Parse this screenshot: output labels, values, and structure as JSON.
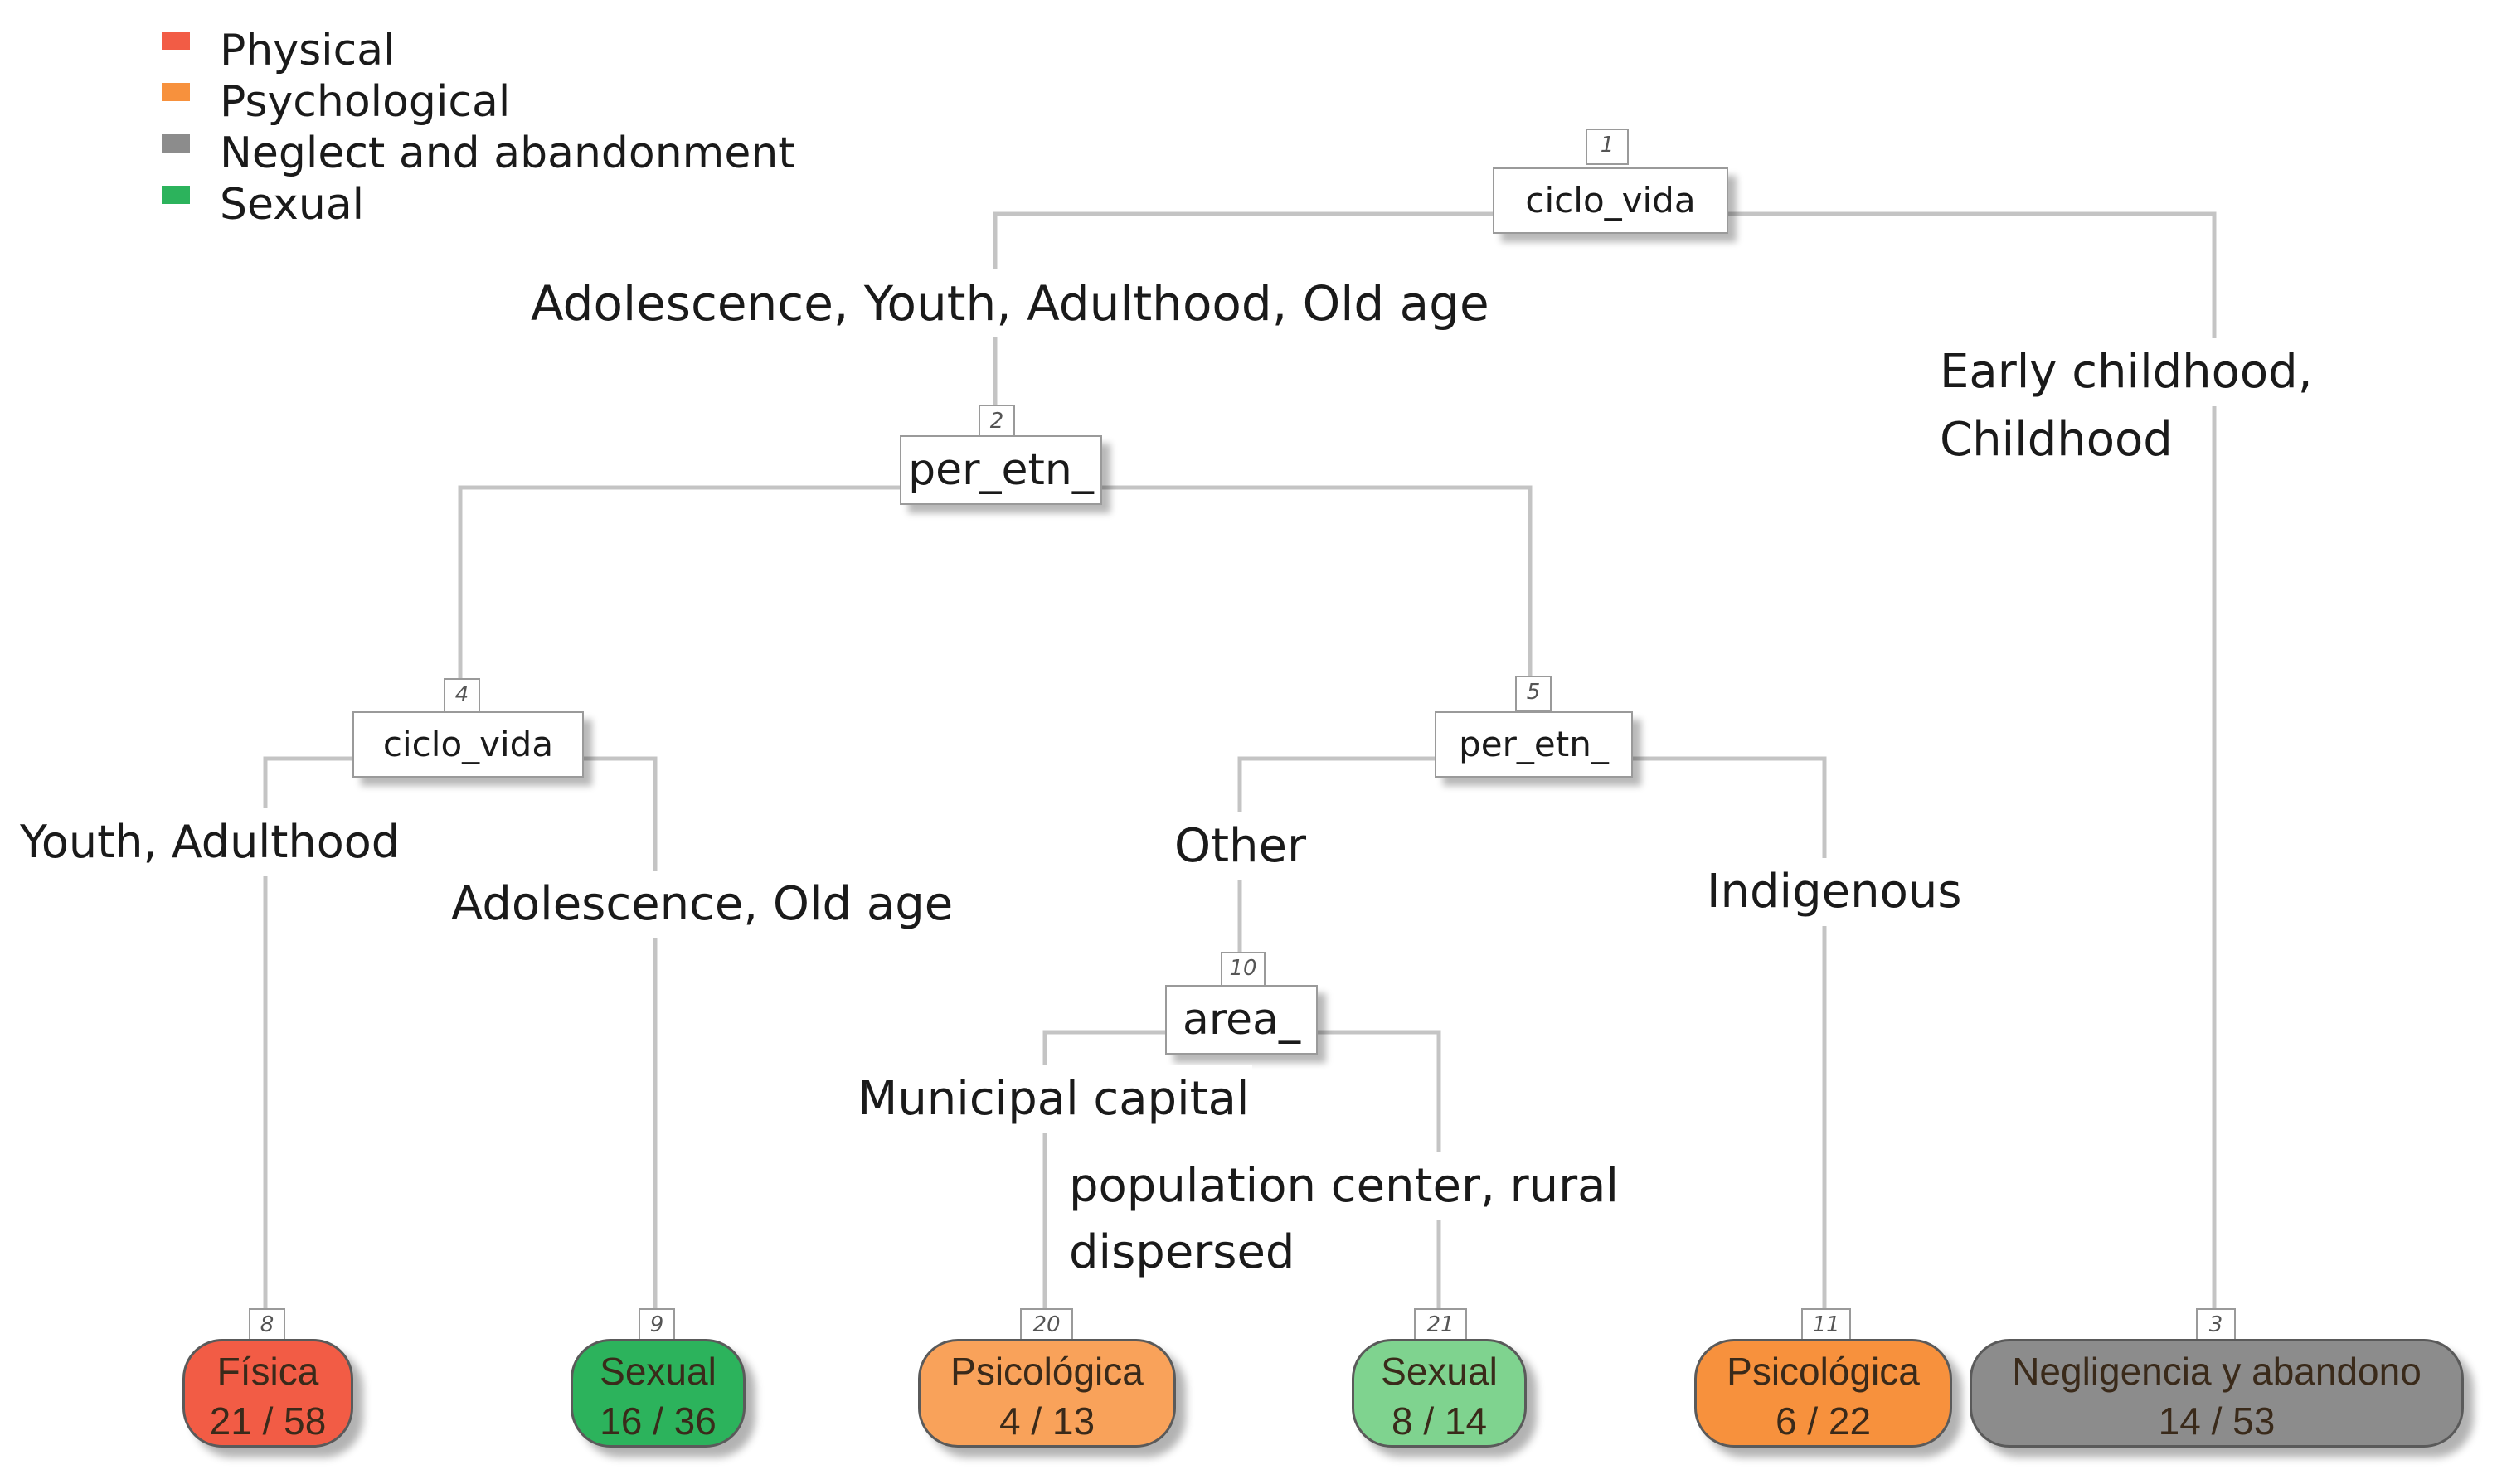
{
  "legend": [
    {
      "label": "Physical",
      "color": "#f25c45"
    },
    {
      "label": "Psychological",
      "color": "#f7913d"
    },
    {
      "label": "Neglect and abandonment",
      "color": "#8c8c8c"
    },
    {
      "label": "Sexual",
      "color": "#2cb35c"
    }
  ],
  "nodes": {
    "n1": {
      "id": "1",
      "label": "ciclo_vida"
    },
    "n2": {
      "id": "2",
      "label": "per_etn_"
    },
    "n4": {
      "id": "4",
      "label": "ciclo_vida"
    },
    "n5": {
      "id": "5",
      "label": "per_etn_"
    },
    "n10": {
      "id": "10",
      "label": "area_"
    }
  },
  "edges": {
    "n1_left": "Adolescence, Youth, Adulthood, Old age",
    "n1_right_line1": "Early childhood,",
    "n1_right_line2": "Childhood",
    "n4_left": "Youth, Adulthood",
    "n4_right": "Adolescence, Old age",
    "n5_left": "Other",
    "n5_right": "Indigenous",
    "n10_left": "Municipal capital",
    "n10_right_line1": "population center, rural",
    "n10_right_line2": "dispersed"
  },
  "leaves": {
    "l8": {
      "id": "8",
      "class": "Física",
      "count": "21 / 58",
      "color": "#f25c45"
    },
    "l9": {
      "id": "9",
      "class": "Sexual",
      "count": "16 / 36",
      "color": "#2cb35c"
    },
    "l20": {
      "id": "20",
      "class": "Psicológica",
      "count": "4 / 13",
      "color": "#f9a25a"
    },
    "l21": {
      "id": "21",
      "class": "Sexual",
      "count": "8 / 14",
      "color": "#7fd38f"
    },
    "l11": {
      "id": "11",
      "class": "Psicológica",
      "count": "6 / 22",
      "color": "#f7913d"
    },
    "l3": {
      "id": "3",
      "class": "Negligencia y abandono",
      "count": "14 / 53",
      "color": "#8c8c8c"
    }
  }
}
